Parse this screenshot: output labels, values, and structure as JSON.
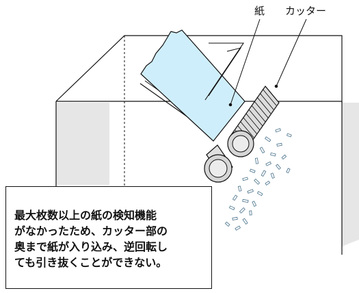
{
  "labels": {
    "paper": "紙",
    "cutter": "カッター"
  },
  "note": {
    "lines": [
      "最大枚数以上の紙の検知機能",
      "がなかったため、カッター部の",
      "奥まで紙が入り込み、逆回転し",
      "ても引き抜くことができない。"
    ]
  },
  "colors": {
    "paper_fill": "#cfeefb",
    "cabinet_fill": "#e6e6e6",
    "roller_fill": "#e0e0e0",
    "outline": "#111111"
  }
}
